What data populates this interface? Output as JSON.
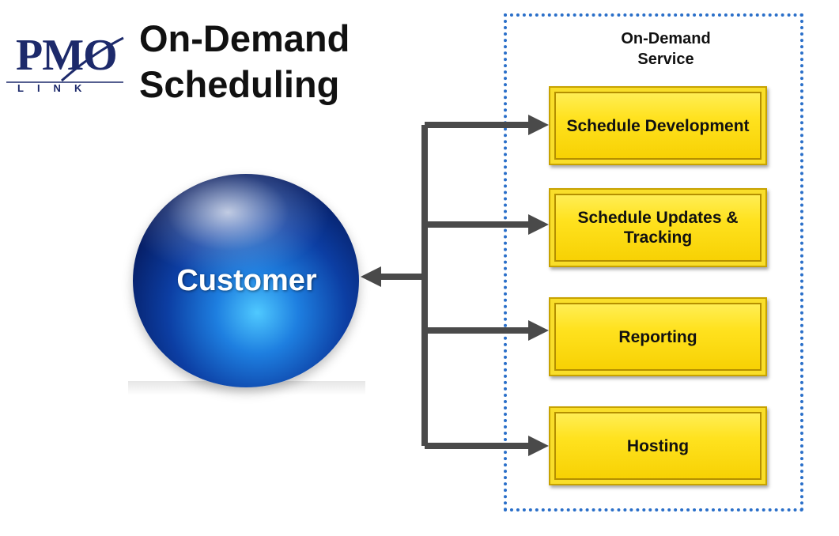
{
  "logo": {
    "main": "PMO",
    "sub": "LINK"
  },
  "title": {
    "line1": "On-Demand",
    "line2": "Scheduling"
  },
  "panel": {
    "title_line1": "On-Demand",
    "title_line2": "Service",
    "border_color": "#2a6fc9"
  },
  "customer": {
    "label": "Customer"
  },
  "services": [
    {
      "label": "Schedule Development"
    },
    {
      "label": "Schedule Updates & Tracking"
    },
    {
      "label": "Reporting"
    },
    {
      "label": "Hosting"
    }
  ],
  "colors": {
    "box_fill": "#ffe21f",
    "arrow": "#4a4a4a",
    "sphere": "#0c3ea3"
  }
}
